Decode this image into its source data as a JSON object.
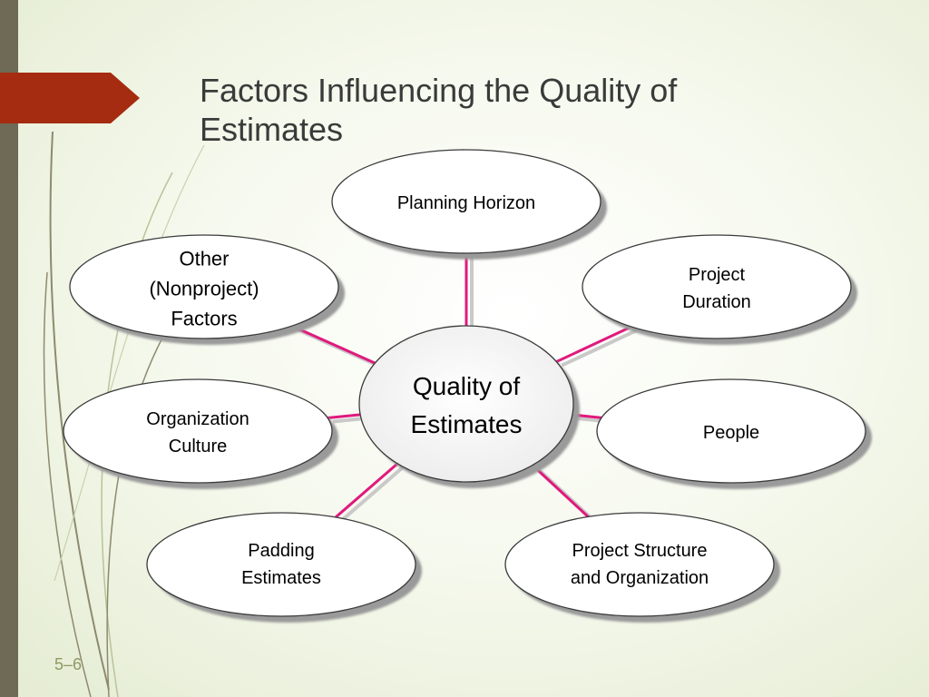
{
  "slide": {
    "title_line1": "Factors Influencing the Quality of",
    "title_line2": "Estimates",
    "slide_number": "5–6"
  },
  "colors": {
    "connector": "#e0197d",
    "connector_shadow": "#c9c9c9",
    "title_tab": "#a52c10",
    "left_band": "#6f6a55"
  },
  "diagram": {
    "center": {
      "lines": [
        "Quality of",
        "Estimates"
      ]
    },
    "factors": [
      {
        "id": "planning-horizon",
        "lines": [
          "Planning Horizon"
        ]
      },
      {
        "id": "project-duration",
        "lines": [
          "Project",
          "Duration"
        ]
      },
      {
        "id": "people",
        "lines": [
          "People"
        ]
      },
      {
        "id": "project-structure",
        "lines": [
          "Project Structure",
          "and Organization"
        ]
      },
      {
        "id": "padding-estimates",
        "lines": [
          "Padding",
          "Estimates"
        ]
      },
      {
        "id": "organization-culture",
        "lines": [
          "Organization",
          "Culture"
        ]
      },
      {
        "id": "other-factors",
        "lines": [
          "Other",
          "(Nonproject)",
          "Factors"
        ]
      }
    ]
  }
}
